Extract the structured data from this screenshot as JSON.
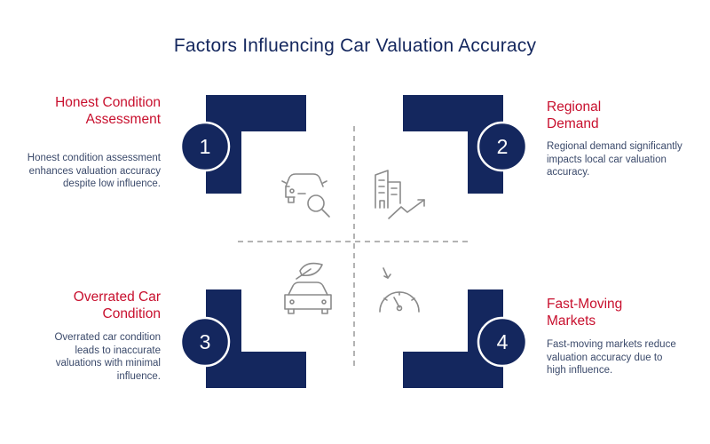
{
  "title": "Factors Influencing Car Valuation Accuracy",
  "colors": {
    "navy": "#14275e",
    "red": "#c8102e",
    "text": "#3b4a6b",
    "icon": "#8a8a8a",
    "divider": "#9a9a9a"
  },
  "factors": [
    {
      "number": "1",
      "heading": "Honest Condition Assessment",
      "description": "Honest condition assessment enhances valuation accuracy despite low influence.",
      "icon": "car-magnifier-icon"
    },
    {
      "number": "2",
      "heading": "Regional Demand",
      "description": "Regional demand significantly impacts local car valuation accuracy.",
      "icon": "buildings-growth-icon"
    },
    {
      "number": "3",
      "heading": "Overrated Car Condition",
      "description": "Overrated car condition leads to inaccurate valuations with minimal influence.",
      "icon": "car-leaf-icon"
    },
    {
      "number": "4",
      "heading": "Fast-Moving Markets",
      "description": "Fast-moving markets reduce valuation accuracy due to high influence.",
      "icon": "speedometer-icon"
    }
  ]
}
